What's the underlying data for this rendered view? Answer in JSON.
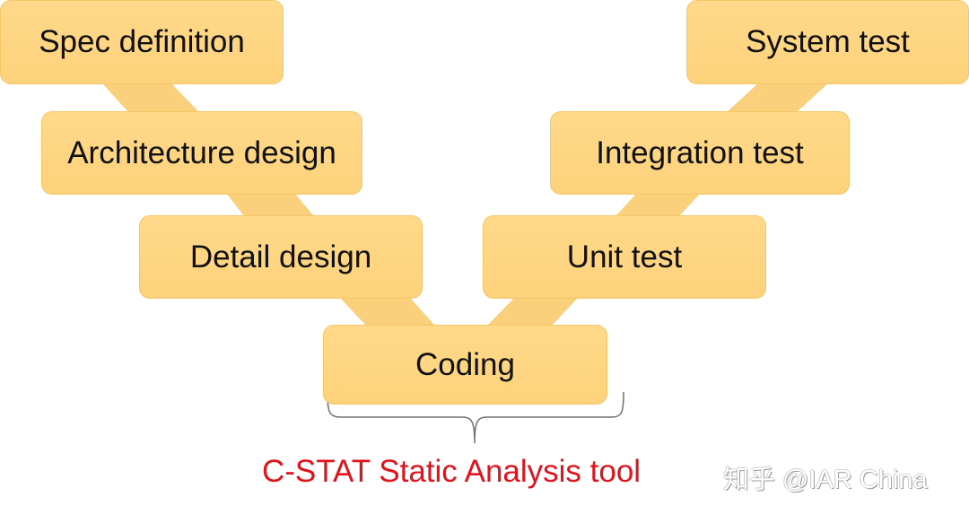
{
  "diagram": {
    "type": "V-model",
    "colors": {
      "box_fill": "#fdd27c",
      "box_border": "#f5c566",
      "connector_fill": "#fbd07d",
      "caption": "#e0141c",
      "bracket": "#707070"
    },
    "left_branch": [
      {
        "id": "spec",
        "label": "Spec definition"
      },
      {
        "id": "architecture",
        "label": "Architecture design"
      },
      {
        "id": "detail",
        "label": "Detail design"
      }
    ],
    "bottom": {
      "id": "coding",
      "label": "Coding"
    },
    "right_branch": [
      {
        "id": "unit",
        "label": "Unit test"
      },
      {
        "id": "integration",
        "label": "Integration test"
      },
      {
        "id": "system",
        "label": "System test"
      }
    ],
    "annotation": {
      "bracket_target": "Coding",
      "label": "C-STAT Static Analysis tool"
    }
  },
  "watermark": {
    "text": "知乎 @IAR China"
  }
}
